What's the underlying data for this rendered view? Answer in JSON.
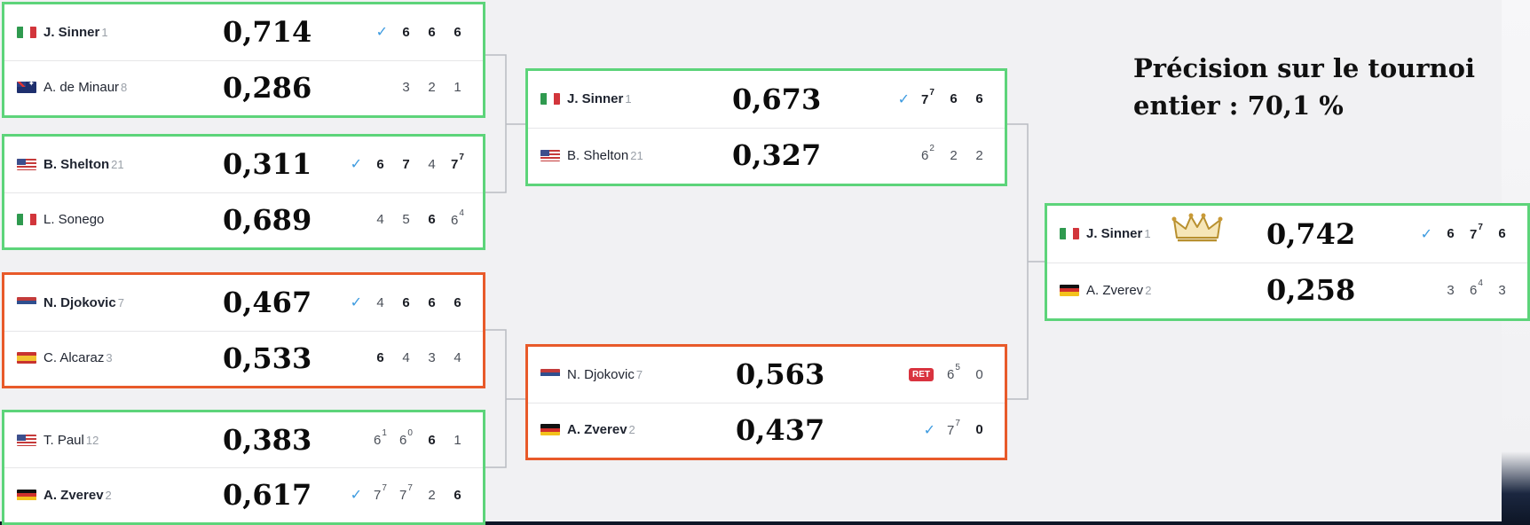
{
  "precision_text": "Précision sur le tournoi entier : 70,1 %",
  "colors": {
    "correct": "#5dd47a",
    "incorrect": "#e85a2a",
    "check": "#3d9be0",
    "ret": "#d9333f"
  },
  "quarterfinals": [
    {
      "status": "correct",
      "top": {
        "flag": "it",
        "name": "J. Sinner",
        "seed": "1",
        "prob": "0,714",
        "winner": true,
        "scores": [
          {
            "v": "6",
            "b": true
          },
          {
            "v": "6",
            "b": true
          },
          {
            "v": "6",
            "b": true
          }
        ]
      },
      "bottom": {
        "flag": "au",
        "name": "A. de Minaur",
        "seed": "8",
        "prob": "0,286",
        "winner": false,
        "scores": [
          {
            "v": "3"
          },
          {
            "v": "2"
          },
          {
            "v": "1"
          }
        ]
      }
    },
    {
      "status": "correct",
      "top": {
        "flag": "us",
        "name": "B. Shelton",
        "seed": "21",
        "prob": "0,311",
        "winner": true,
        "scores": [
          {
            "v": "6",
            "b": true
          },
          {
            "v": "7",
            "b": true
          },
          {
            "v": "4"
          },
          {
            "v": "7",
            "sup": "7",
            "b": true
          }
        ]
      },
      "bottom": {
        "flag": "it",
        "name": "L. Sonego",
        "seed": "",
        "prob": "0,689",
        "winner": false,
        "scores": [
          {
            "v": "4"
          },
          {
            "v": "5"
          },
          {
            "v": "6",
            "b": true
          },
          {
            "v": "6",
            "sup": "4"
          }
        ]
      }
    },
    {
      "status": "incorrect",
      "top": {
        "flag": "rs",
        "name": "N. Djokovic",
        "seed": "7",
        "prob": "0,467",
        "winner": true,
        "scores": [
          {
            "v": "4"
          },
          {
            "v": "6",
            "b": true
          },
          {
            "v": "6",
            "b": true
          },
          {
            "v": "6",
            "b": true
          }
        ]
      },
      "bottom": {
        "flag": "es",
        "name": "C. Alcaraz",
        "seed": "3",
        "prob": "0,533",
        "winner": false,
        "scores": [
          {
            "v": "6",
            "b": true
          },
          {
            "v": "4"
          },
          {
            "v": "3"
          },
          {
            "v": "4"
          }
        ]
      }
    },
    {
      "status": "correct",
      "top": {
        "flag": "us",
        "name": "T. Paul",
        "seed": "12",
        "prob": "0,383",
        "winner": false,
        "scores": [
          {
            "v": "6",
            "sup": "1"
          },
          {
            "v": "6",
            "sup": "0"
          },
          {
            "v": "6",
            "b": true
          },
          {
            "v": "1"
          }
        ]
      },
      "bottom": {
        "flag": "de",
        "name": "A. Zverev",
        "seed": "2",
        "prob": "0,617",
        "winner": true,
        "scores": [
          {
            "v": "7",
            "sup": "7"
          },
          {
            "v": "7",
            "sup": "7"
          },
          {
            "v": "2"
          },
          {
            "v": "6",
            "b": true
          }
        ]
      }
    }
  ],
  "semifinals": [
    {
      "status": "correct",
      "top": {
        "flag": "it",
        "name": "J. Sinner",
        "seed": "1",
        "prob": "0,673",
        "winner": true,
        "scores": [
          {
            "v": "7",
            "sup": "7",
            "b": true
          },
          {
            "v": "6",
            "b": true
          },
          {
            "v": "6",
            "b": true
          }
        ]
      },
      "bottom": {
        "flag": "us",
        "name": "B. Shelton",
        "seed": "21",
        "prob": "0,327",
        "winner": false,
        "scores": [
          {
            "v": "6",
            "sup": "2"
          },
          {
            "v": "2"
          },
          {
            "v": "2"
          }
        ]
      }
    },
    {
      "status": "incorrect",
      "top": {
        "flag": "rs",
        "name": "N. Djokovic",
        "seed": "7",
        "prob": "0,563",
        "winner": false,
        "ret": "RET",
        "scores": [
          {
            "v": "6",
            "sup": "5"
          },
          {
            "v": "0"
          }
        ]
      },
      "bottom": {
        "flag": "de",
        "name": "A. Zverev",
        "seed": "2",
        "prob": "0,437",
        "winner": true,
        "scores": [
          {
            "v": "7",
            "sup": "7"
          },
          {
            "v": "0",
            "b": true
          }
        ]
      }
    }
  ],
  "final": {
    "status": "correct",
    "top": {
      "flag": "it",
      "name": "J. Sinner",
      "seed": "1",
      "prob": "0,742",
      "winner": true,
      "crown": true,
      "scores": [
        {
          "v": "6",
          "b": true
        },
        {
          "v": "7",
          "sup": "7",
          "b": true
        },
        {
          "v": "6",
          "b": true
        }
      ]
    },
    "bottom": {
      "flag": "de",
      "name": "A. Zverev",
      "seed": "2",
      "prob": "0,258",
      "winner": false,
      "scores": [
        {
          "v": "3"
        },
        {
          "v": "6",
          "sup": "4"
        },
        {
          "v": "3"
        }
      ]
    }
  }
}
